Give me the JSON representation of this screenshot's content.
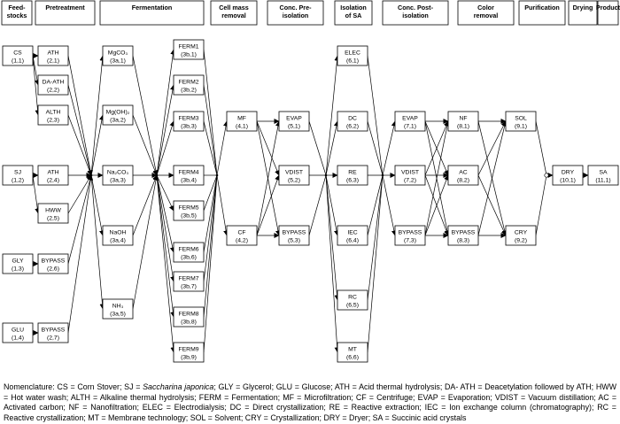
{
  "headers": [
    [
      "Feed-",
      "stocks"
    ],
    [
      "Pretreatment"
    ],
    [
      "Fermentation"
    ],
    [
      "Cell mass",
      "removal"
    ],
    [
      "Conc. Pre-",
      "isolation"
    ],
    [
      "Isolation",
      "of SA"
    ],
    [
      "Conc. Post-",
      "isolation"
    ],
    [
      "Color",
      "removal"
    ],
    [
      "Purification"
    ],
    [
      "Drying"
    ],
    [
      "Product"
    ]
  ],
  "nodes": {
    "cs": [
      "CS",
      "(1,1)"
    ],
    "sj": [
      "SJ",
      "(1,2)"
    ],
    "gly": [
      "GLY",
      "(1,3)"
    ],
    "glu": [
      "GLU",
      "(1,4)"
    ],
    "ath1": [
      "ATH",
      "(2,1)"
    ],
    "daath": [
      "DA-ATH",
      "(2,2)"
    ],
    "alth": [
      "ALTH",
      "(2,3)"
    ],
    "ath2": [
      "ATH",
      "(2,4)"
    ],
    "hww": [
      "HWW",
      "(2,5)"
    ],
    "byp26": [
      "BYPASS",
      "(2,6)"
    ],
    "byp27": [
      "BYPASS",
      "(2,7)"
    ],
    "mgco3": [
      "MgCO₃",
      "(3a,1)"
    ],
    "mgoh": [
      "Mg(OH)₂",
      "(3a,2)"
    ],
    "na2co3": [
      "Na₂CO₃",
      "(3a,3)"
    ],
    "naoh": [
      "NaOH",
      "(3a,4)"
    ],
    "nh3": [
      "NH₃",
      "(3a,5)"
    ],
    "ferm1": [
      "FERM1",
      "(3b,1)"
    ],
    "ferm2": [
      "FERM2",
      "(3b,2)"
    ],
    "ferm3": [
      "FERM3",
      "(3b,3)"
    ],
    "ferm4": [
      "FERM4",
      "(3b,4)"
    ],
    "ferm5": [
      "FERM5",
      "(3b,5)"
    ],
    "ferm6": [
      "FERM6",
      "(3b,6)"
    ],
    "ferm7": [
      "FERM7",
      "(3b,7)"
    ],
    "ferm8": [
      "FERM8",
      "(3b,8)"
    ],
    "ferm9": [
      "FERM9",
      "(3b,9)"
    ],
    "mf": [
      "MF",
      "(4,1)"
    ],
    "cf": [
      "CF",
      "(4,2)"
    ],
    "evap5": [
      "EVAP",
      "(5,1)"
    ],
    "vdist5": [
      "VDIST",
      "(5,2)"
    ],
    "byp53": [
      "BYPASS",
      "(5,3)"
    ],
    "elec": [
      "ELEC",
      "(6,1)"
    ],
    "dc": [
      "DC",
      "(6,2)"
    ],
    "re": [
      "RE",
      "(6,3)"
    ],
    "iec": [
      "IEC",
      "(6,4)"
    ],
    "rc": [
      "RC",
      "(6,5)"
    ],
    "mt": [
      "MT",
      "(6,6)"
    ],
    "evap7": [
      "EVAP",
      "(7,1)"
    ],
    "vdist7": [
      "VDIST",
      "(7,2)"
    ],
    "byp73": [
      "BYPASS",
      "(7,3)"
    ],
    "nf": [
      "NF",
      "(8,1)"
    ],
    "ac": [
      "AC",
      "(8,2)"
    ],
    "byp83": [
      "BYPASS",
      "(8,3)"
    ],
    "sol": [
      "SOL",
      "(9,1)"
    ],
    "cry": [
      "CRY",
      "(9,2)"
    ],
    "dry": [
      "DRY",
      "(10,1)"
    ],
    "sa": [
      "SA",
      "(11,1)"
    ]
  },
  "nomenclature": [
    "Nomenclature: CS = Corn Stover; SJ = ",
    "Saccharina japonica",
    "; GLY = Glycerol; GLU = Glucose; ATH = Acid thermal hydrolysis; DA- ATH = Deacetylation followed by ATH; HWW = Hot water wash; ALTH = Alkaline thermal hydrolysis; FERM = Fermentation; MF = Microfiltration; CF = Centrifuge; EVAP = Evaporation; VDIST = Vacuum distillation; AC = Activated carbon; NF = Nanofiltration; ELEC = Electrodialysis; DC = Direct crystallization; RE = Reactive extraction; IEC = Ion exchange column (chromatography); RC = Reactive crystallization; MT = Membrane technology; SOL = Solvent; CRY = Crystallization; DRY = Dryer; SA = Succinic acid crystals"
  ]
}
